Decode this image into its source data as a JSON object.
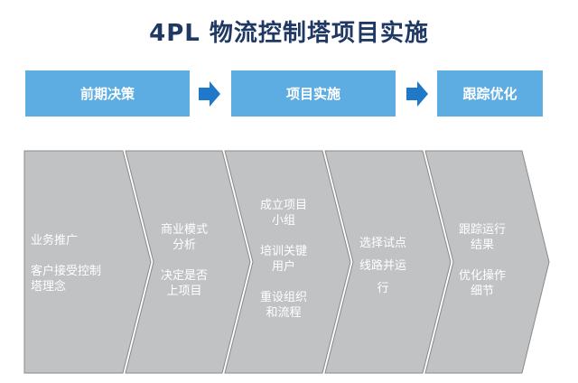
{
  "title": "4PL 物流控制塔项目实施",
  "phases": [
    "前期决策",
    "项目实施",
    "跟踪优化"
  ],
  "colors": {
    "title": "#1f3864",
    "phase_box": "#5dade2",
    "arrow": "#1f78c8",
    "chevron_fill": "#c0c2c3",
    "chevron_stroke": "#8a8a8a"
  },
  "steps": [
    {
      "lines": [
        "业务推广",
        "客户接受控制塔理念"
      ]
    },
    {
      "lines": [
        "商业模式分析",
        "决定是否上项目"
      ]
    },
    {
      "lines": [
        "成立项目小组",
        "培训关键用户",
        "重设组织和流程"
      ]
    },
    {
      "lines": [
        "选择试点线路并运行"
      ]
    },
    {
      "lines": [
        "跟踪运行结果",
        "优化操作细节"
      ]
    }
  ]
}
